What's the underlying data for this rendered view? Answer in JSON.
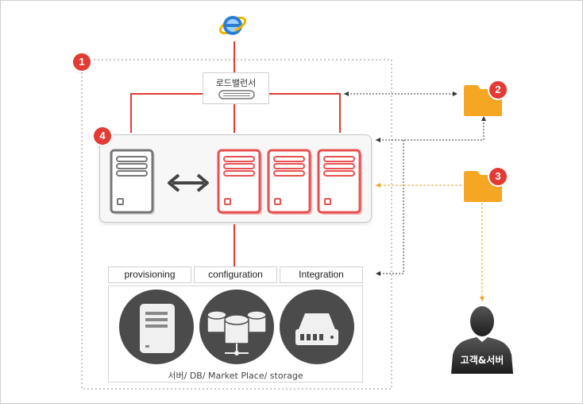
{
  "diagram": {
    "load_balancer_label": "로드밸런서",
    "tabs": [
      "provisioning",
      "configuration",
      "Integration"
    ],
    "resources_caption": "서버/ DB/ Market Place/ storage",
    "customer_label": "고객&서버",
    "badges": [
      "1",
      "2",
      "3",
      "4"
    ],
    "icons": {
      "browser": "internet-explorer-icon",
      "folder_2": "folder-icon",
      "folder_3": "folder-icon",
      "customer": "person-silhouette-icon"
    },
    "colors": {
      "accent_red": "#e23b34",
      "server_red": "#e85050",
      "server_gray": "#777777",
      "orange": "#f5a021",
      "folder_orange": "#f5a623",
      "dark_circle": "#4b4b4b"
    }
  }
}
